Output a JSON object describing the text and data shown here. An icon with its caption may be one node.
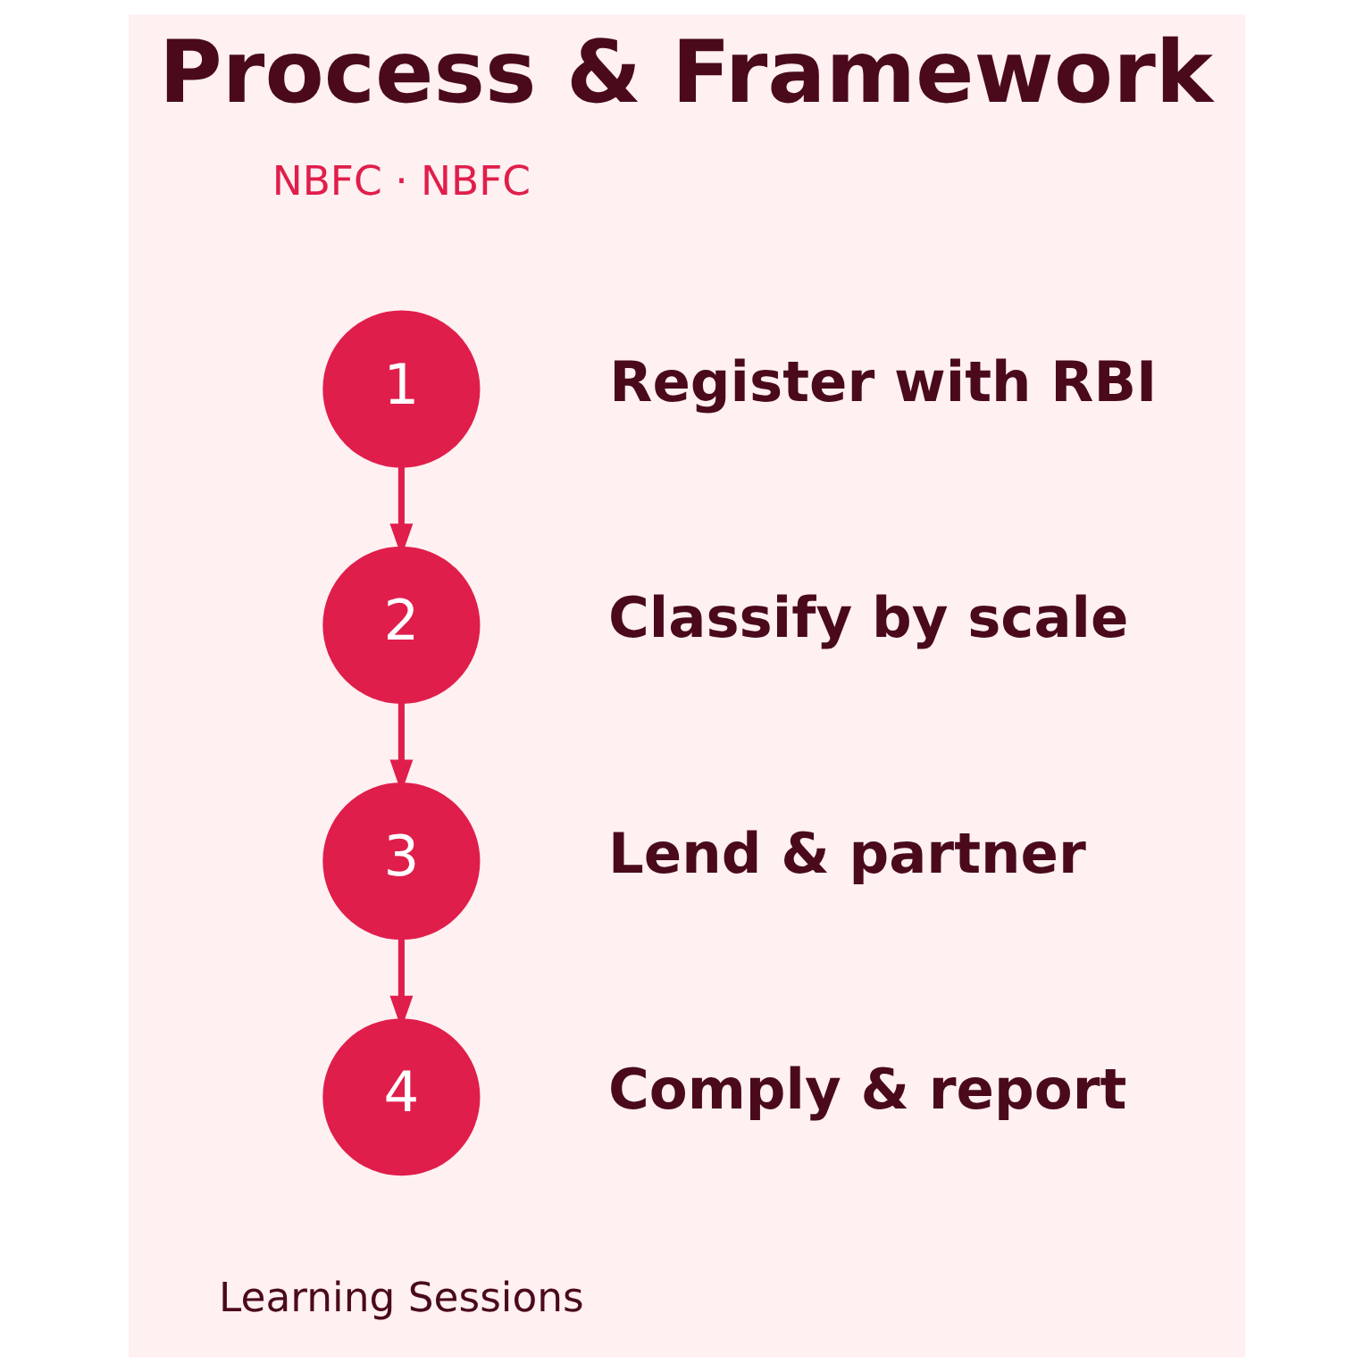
{
  "diagram": {
    "title": "Process & Framework",
    "nodes": [
      {
        "text": [
          "1"
        ],
        "beside": [
          "Register with RBI"
        ]
      },
      {
        "text": [
          "2"
        ],
        "beside": [
          "Classify by scale"
        ]
      },
      {
        "text": [
          "3"
        ],
        "beside": [
          "Lend & partner"
        ]
      },
      {
        "text": [
          "4"
        ],
        "beside": [
          "Comply & report"
        ]
      }
    ],
    "edges": [
      {
        "from": 0,
        "to": 1,
        "arrow": "to"
      },
      {
        "from": 1,
        "to": 2,
        "arrow": "to"
      },
      {
        "from": 2,
        "to": 3,
        "arrow": "to"
      }
    ],
    "labels": [
      "NBFC · NBFC",
      "Learning Sessions"
    ]
  }
}
